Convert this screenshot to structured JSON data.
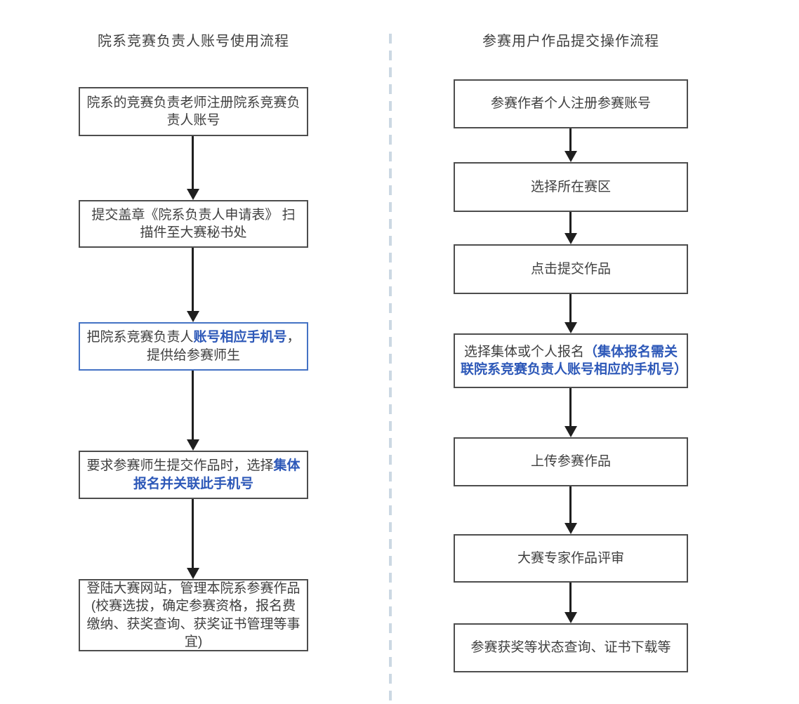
{
  "colors": {
    "box_border": "#4d4d4d",
    "highlight_border": "#4472c4",
    "text": "#3f3f3f",
    "accent_text": "#2d58b8",
    "arrow": "#1f1f1f",
    "divider": "#ccd8e3"
  },
  "left_flow": {
    "title": "院系竞赛负责人账号使用流程",
    "steps": [
      {
        "highlight_border": false,
        "segments": [
          {
            "text": "院系的竞赛负责老师注册院系竞赛负责人账号",
            "accent": false
          }
        ]
      },
      {
        "highlight_border": false,
        "segments": [
          {
            "text": "提交盖章《院系负责人申请表》 扫描件至大赛秘书处",
            "accent": false
          }
        ]
      },
      {
        "highlight_border": true,
        "segments": [
          {
            "text": "把院系竞赛负责人",
            "accent": false
          },
          {
            "text": "账号相应手机号",
            "accent": true
          },
          {
            "text": "，提供给参赛师生",
            "accent": false
          }
        ]
      },
      {
        "highlight_border": false,
        "segments": [
          {
            "text": "要求参赛师生提交作品时，选择",
            "accent": false
          },
          {
            "text": "集体报名并关联此手机号",
            "accent": true
          }
        ]
      },
      {
        "highlight_border": false,
        "segments": [
          {
            "text": "登陆大赛网站，管理本院系参赛作品(校赛选拔，确定参赛资格，报名费缴纳、获奖查询、获奖证书管理等事宜)",
            "accent": false
          }
        ]
      }
    ]
  },
  "right_flow": {
    "title": "参赛用户作品提交操作流程",
    "steps": [
      {
        "highlight_border": false,
        "segments": [
          {
            "text": "参赛作者个人注册参赛账号",
            "accent": false
          }
        ]
      },
      {
        "highlight_border": false,
        "segments": [
          {
            "text": "选择所在赛区",
            "accent": false
          }
        ]
      },
      {
        "highlight_border": false,
        "segments": [
          {
            "text": "点击提交作品",
            "accent": false
          }
        ]
      },
      {
        "highlight_border": false,
        "segments": [
          {
            "text": "选择集体或个人报名",
            "accent": false
          },
          {
            "text": "（集体报名需关联院系竞赛负责人账号相应的手机号）",
            "accent": true
          }
        ]
      },
      {
        "highlight_border": false,
        "segments": [
          {
            "text": "上传参赛作品",
            "accent": false
          }
        ]
      },
      {
        "highlight_border": false,
        "segments": [
          {
            "text": "大赛专家作品评审",
            "accent": false
          }
        ]
      },
      {
        "highlight_border": false,
        "segments": [
          {
            "text": "参赛获奖等状态查询、证书下载等",
            "accent": false
          }
        ]
      }
    ]
  }
}
